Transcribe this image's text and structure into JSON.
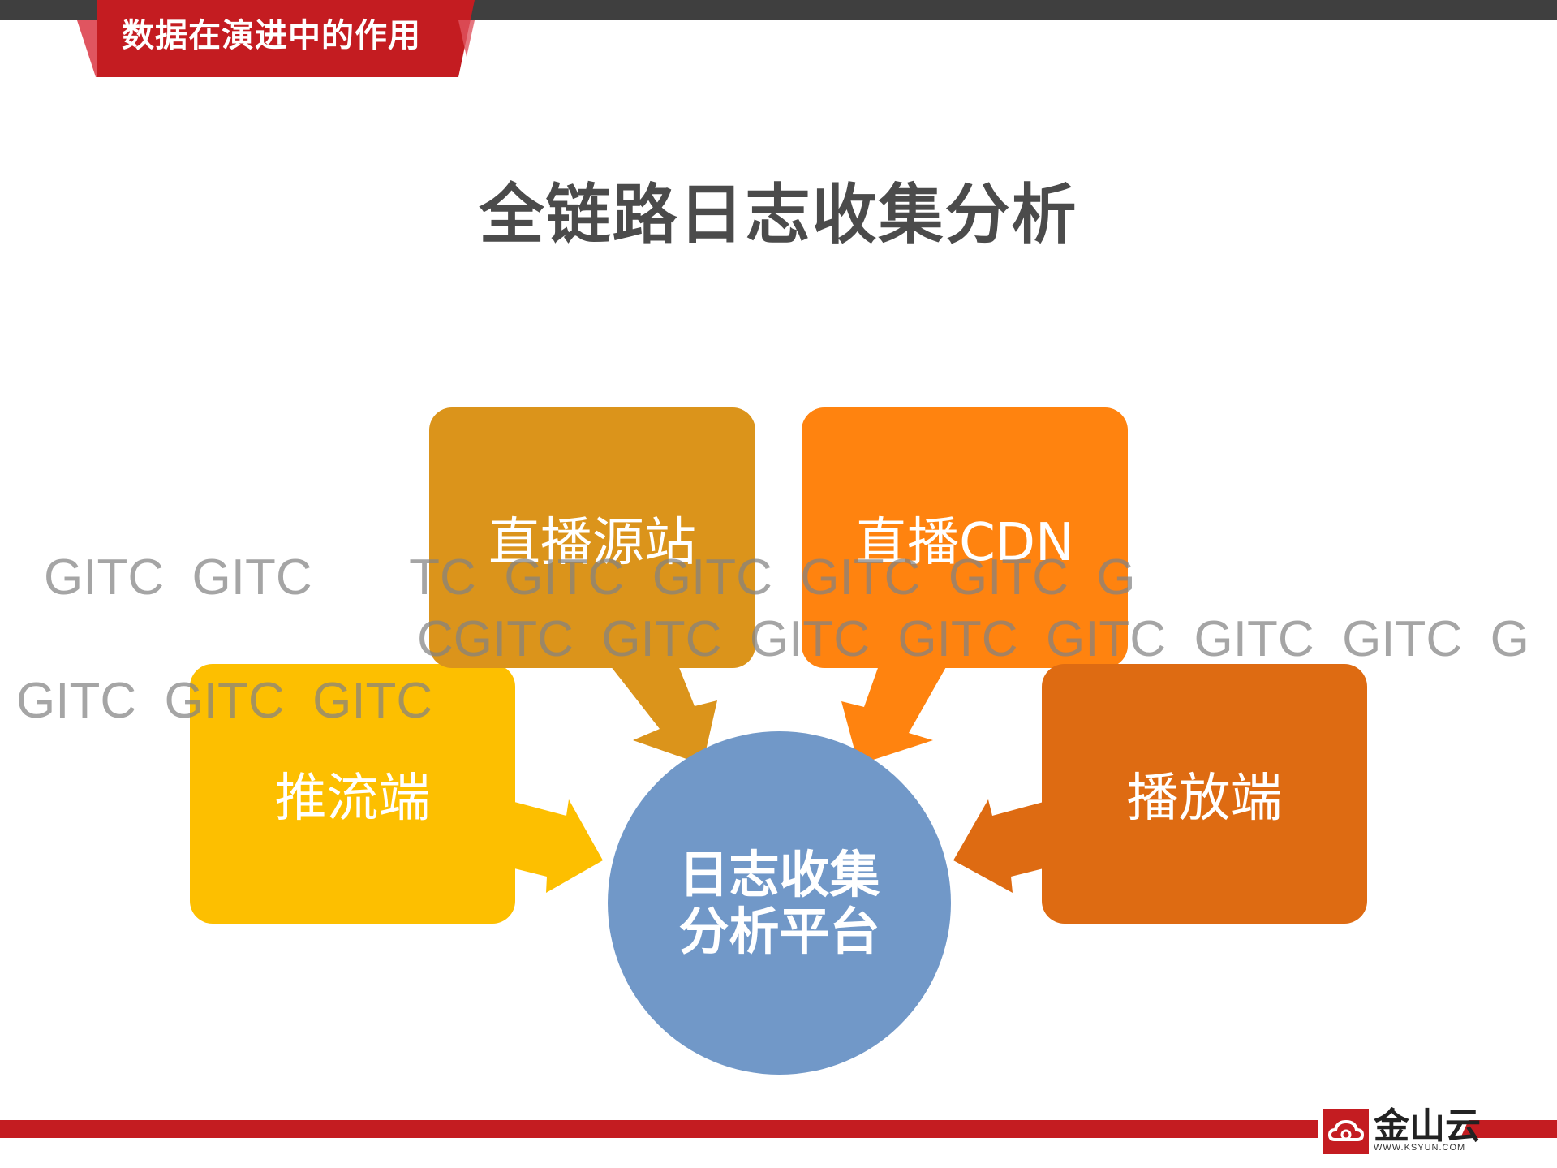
{
  "header": {
    "section_title": "数据在演进中的作用"
  },
  "main": {
    "title": "全链路日志收集分析"
  },
  "diagram": {
    "nodes": [
      {
        "id": "push",
        "label": "推流端",
        "color": "#fdbf00"
      },
      {
        "id": "origin",
        "label": "直播源站",
        "color": "#db941b"
      },
      {
        "id": "cdn",
        "label": "直播CDN",
        "color": "#ff830f"
      },
      {
        "id": "player",
        "label": "播放端",
        "color": "#de6b12"
      }
    ],
    "center": {
      "line1": "日志收集",
      "line2": "分析平台",
      "color": "#7198c8"
    }
  },
  "watermark": {
    "row1": "GITC  GITC       TC  GITC  GITC  GITC  GITC  G",
    "row2": "CGITC  GITC  GITC  GITC  GITC  GITC  GITC  G",
    "row3": "GITC  GITC  GITC"
  },
  "footer": {
    "brand": "金山云",
    "url": "WWW.KSYUN.COM",
    "colors": {
      "bar": "#c41c21",
      "accent": "#c41c21"
    }
  }
}
